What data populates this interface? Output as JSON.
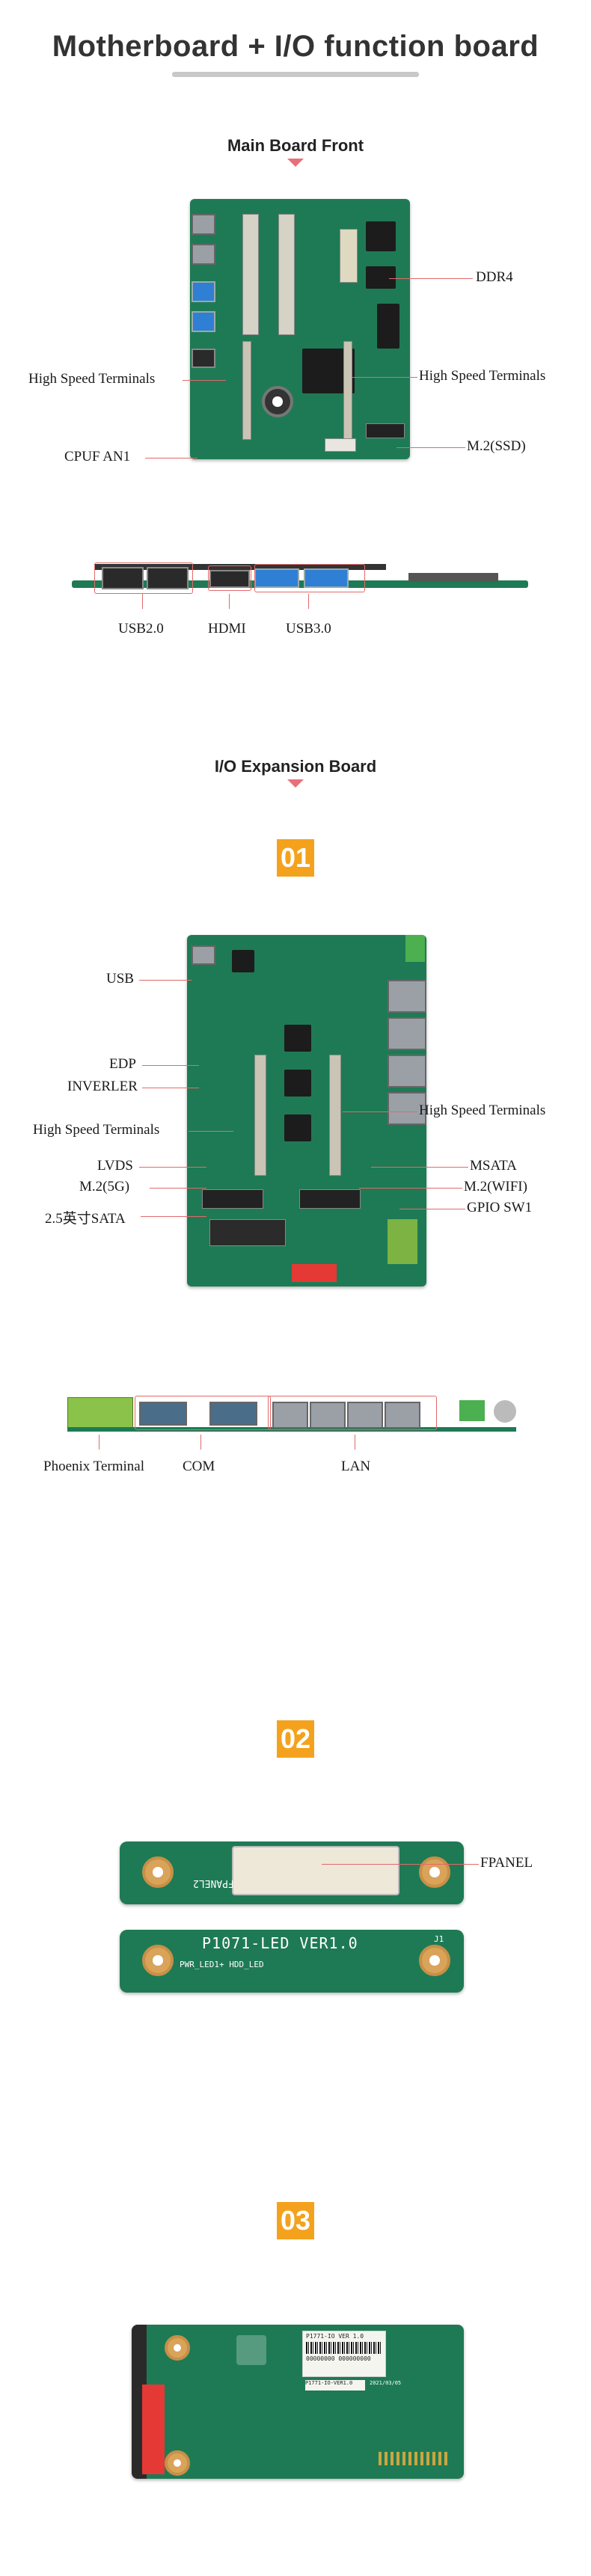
{
  "header": {
    "title": "Motherboard + I/O function board"
  },
  "main_board": {
    "heading": "Main Board Front",
    "labels": {
      "ddr4": "DDR4",
      "hs_left": "High Speed Terminals",
      "hs_right": "High Speed Terminals",
      "cpu_fan": "CPUF AN1",
      "m2_ssd": "M.2(SSD)"
    },
    "side_labels": {
      "usb2": "USB2.0",
      "hdmi": "HDMI",
      "usb3": "USB3.0"
    }
  },
  "io_board": {
    "heading": "I/O Expansion Board",
    "badge": "01",
    "labels": {
      "usb": "USB",
      "edp": "EDP",
      "inverter": "INVERLER",
      "hs_left": "High Speed Terminals",
      "hs_right": "High Speed Terminals",
      "lvds": "LVDS",
      "msata": "MSATA",
      "m2_5g": "M.2(5G)",
      "m2_wifi": "M.2(WIFI)",
      "sata": "2.5英寸SATA",
      "gpio": "GPIO SW1"
    },
    "side_labels": {
      "phoenix": "Phoenix Terminal",
      "com": "COM",
      "lan": "LAN"
    }
  },
  "panel_board": {
    "badge": "02",
    "label_fpanel": "FPANEL",
    "silk_front": "FPANEL2",
    "silk_back_title": "P1071-LED VER1.0",
    "silk_back_sub": "PWR_LED1+ HDD_LED",
    "silk_back_right": "J1"
  },
  "board_03": {
    "badge": "03",
    "sticker_1": "P1771-IO VER 1.0",
    "sticker_2": "00000000 000000000",
    "sticker_3": "P1771-IO-VER1.0",
    "sticker_4": "2021/03/05"
  }
}
